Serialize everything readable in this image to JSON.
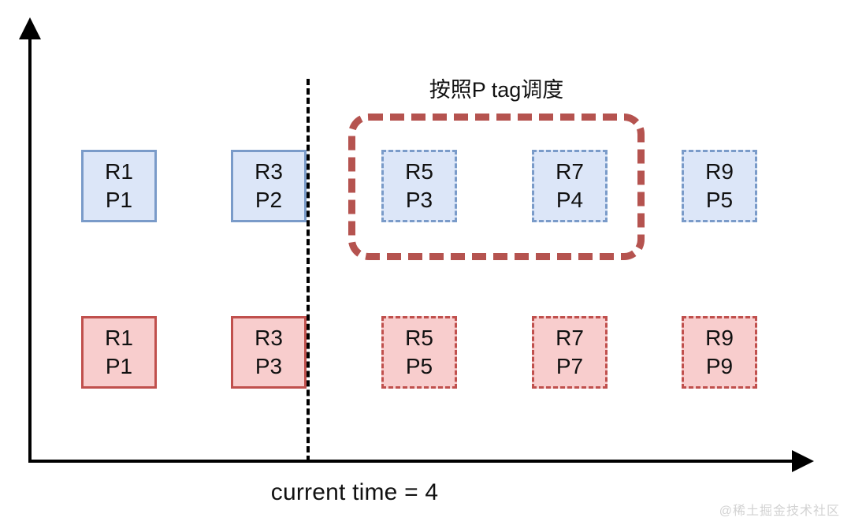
{
  "diagram": {
    "group_label": "按照P tag调度",
    "time_label": "current time = 4",
    "watermark": "@稀土掘金技术社区",
    "colors": {
      "blue_fill": "#dce6f8",
      "blue_border": "#7a9bc9",
      "red_fill": "#f8cdcd",
      "red_border": "#c0504d",
      "group_border": "#b5534f",
      "axis": "#000000"
    },
    "rows": [
      {
        "name": "blue-row",
        "tasks": [
          {
            "request": "R1",
            "tag": "P1",
            "style": "solid"
          },
          {
            "request": "R3",
            "tag": "P2",
            "style": "solid"
          },
          {
            "request": "R5",
            "tag": "P3",
            "style": "dashed"
          },
          {
            "request": "R7",
            "tag": "P4",
            "style": "dashed"
          },
          {
            "request": "R9",
            "tag": "P5",
            "style": "dashed"
          }
        ]
      },
      {
        "name": "red-row",
        "tasks": [
          {
            "request": "R1",
            "tag": "P1",
            "style": "solid"
          },
          {
            "request": "R3",
            "tag": "P3",
            "style": "solid"
          },
          {
            "request": "R5",
            "tag": "P5",
            "style": "dashed"
          },
          {
            "request": "R7",
            "tag": "P7",
            "style": "dashed"
          },
          {
            "request": "R9",
            "tag": "P9",
            "style": "dashed"
          }
        ]
      }
    ]
  }
}
